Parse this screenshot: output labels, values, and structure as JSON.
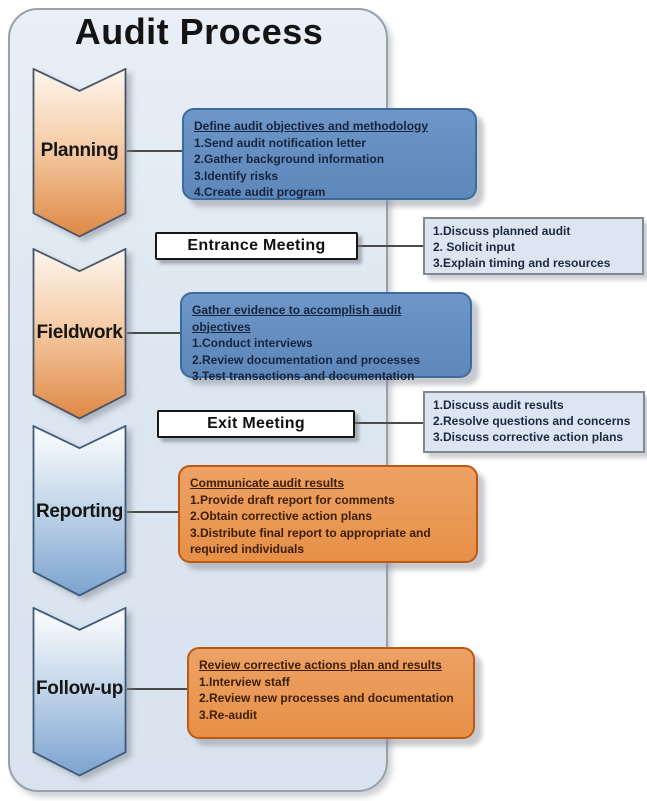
{
  "title": "Audit Process",
  "stages": [
    {
      "label": "Planning",
      "panel": {
        "heading": "Define audit objectives and methodology",
        "items": [
          "1.Send audit notification letter",
          "2.Gather background information",
          "3.Identify risks",
          "4.Create audit program"
        ]
      }
    },
    {
      "label": "Fieldwork",
      "panel": {
        "heading": "Gather evidence to accomplish audit objectives",
        "items": [
          "1.Conduct interviews",
          "2.Review documentation and processes",
          "3.Test transactions and documentation"
        ]
      }
    },
    {
      "label": "Reporting",
      "panel": {
        "heading": "Communicate audit results",
        "items": [
          "1.Provide draft report for comments",
          "2.Obtain corrective action plans",
          "3.Distribute final report to appropriate and required individuals"
        ]
      }
    },
    {
      "label": "Follow-up",
      "panel": {
        "heading": "Review corrective actions plan and results",
        "items": [
          "1.Interview staff",
          "2.Review new processes and documentation",
          "3.Re-audit"
        ]
      }
    }
  ],
  "meetings": [
    {
      "label": "Entrance Meeting",
      "notes": [
        "1.Discuss planned audit",
        "2. Solicit input",
        "3.Explain timing and resources"
      ]
    },
    {
      "label": "Exit Meeting",
      "notes": [
        "1.Discuss audit results",
        "2.Resolve questions and concerns",
        "3.Discuss corrective action plans"
      ]
    }
  ],
  "colors": {
    "panel_blue": "#6691c4",
    "panel_blue_border": "#3c6c9e",
    "panel_orange": "#ea9a57",
    "panel_orange_border": "#bc5a14",
    "note_fill": "#dce5f1",
    "note_border": "#83888f",
    "chevron_orange": "#e18947",
    "chevron_blue": "#7ea4d0",
    "container_bg": "#dfe8f2"
  }
}
